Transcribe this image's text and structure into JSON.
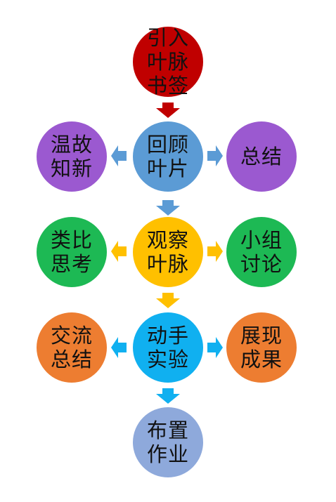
{
  "nodes": {
    "intro": {
      "label": "引入叶脉书签",
      "color": "#C00000"
    },
    "review": {
      "label": "回顾叶片",
      "color": "#5B9BD5"
    },
    "warm": {
      "label": "温故知新",
      "color": "#9B59D0"
    },
    "summary1": {
      "label": "总结",
      "color": "#9B59D0"
    },
    "observe": {
      "label": "观察叶脉",
      "color": "#FFC000"
    },
    "analogy": {
      "label": "类比思考",
      "color": "#1DB954"
    },
    "group": {
      "label": "小组讨论",
      "color": "#1DB954"
    },
    "experiment": {
      "label": "动手实验",
      "color": "#10B0F0"
    },
    "exchange": {
      "label": "交流总结",
      "color": "#ED7D31"
    },
    "show": {
      "label": "展现成果",
      "color": "#ED7D31"
    },
    "homework": {
      "label": "布置作业",
      "color": "#8EA9DB"
    }
  },
  "arrow_colors": {
    "red": "#C00000",
    "blue": "#5B9BD5",
    "yellow": "#FFC000",
    "cyan": "#10B0F0"
  }
}
